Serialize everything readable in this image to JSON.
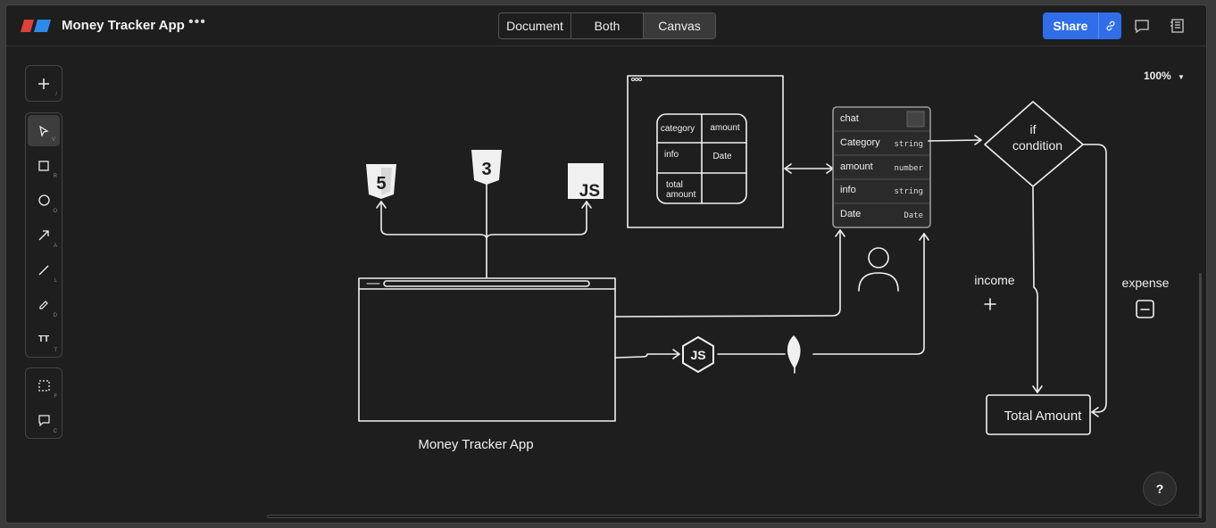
{
  "app": {
    "title": "Money Tracker App",
    "more": "•••"
  },
  "view_modes": [
    "Document",
    "Both",
    "Canvas"
  ],
  "share": {
    "label": "Share"
  },
  "zoom": {
    "label": "100%"
  },
  "help": {
    "label": "?"
  },
  "tools": [
    {
      "name": "add",
      "key": "/"
    },
    {
      "name": "select",
      "key": "V"
    },
    {
      "name": "rectangle",
      "key": "R"
    },
    {
      "name": "ellipse",
      "key": "O"
    },
    {
      "name": "arrow",
      "key": "A"
    },
    {
      "name": "line",
      "key": "L"
    },
    {
      "name": "draw",
      "key": "D"
    },
    {
      "name": "text",
      "key": "T",
      "glyph": "TT"
    },
    {
      "name": "frame",
      "key": "F"
    },
    {
      "name": "comment",
      "key": "C"
    }
  ],
  "diagram": {
    "html_label": "5",
    "css_label": "3",
    "js_label": "JS",
    "browser_label": "Money Tracker App",
    "node_label": "JS",
    "table": {
      "title": "chat",
      "rows": [
        {
          "field": "Category",
          "type": "string"
        },
        {
          "field": "amount",
          "type": "number"
        },
        {
          "field": "info",
          "type": "string"
        },
        {
          "field": "Date",
          "type": "Date"
        }
      ]
    },
    "grid": {
      "cells": [
        "category",
        "amount",
        "info",
        "Date",
        "total",
        "amount"
      ]
    },
    "decision": {
      "line1": "if",
      "line2": "condition"
    },
    "income_label": "income",
    "expense_label": "expense",
    "total_label": "Total Amount"
  },
  "colors": {
    "accent": "#2f6ee8",
    "background": "#1e1e1e",
    "stroke": "#f0f0f0"
  }
}
